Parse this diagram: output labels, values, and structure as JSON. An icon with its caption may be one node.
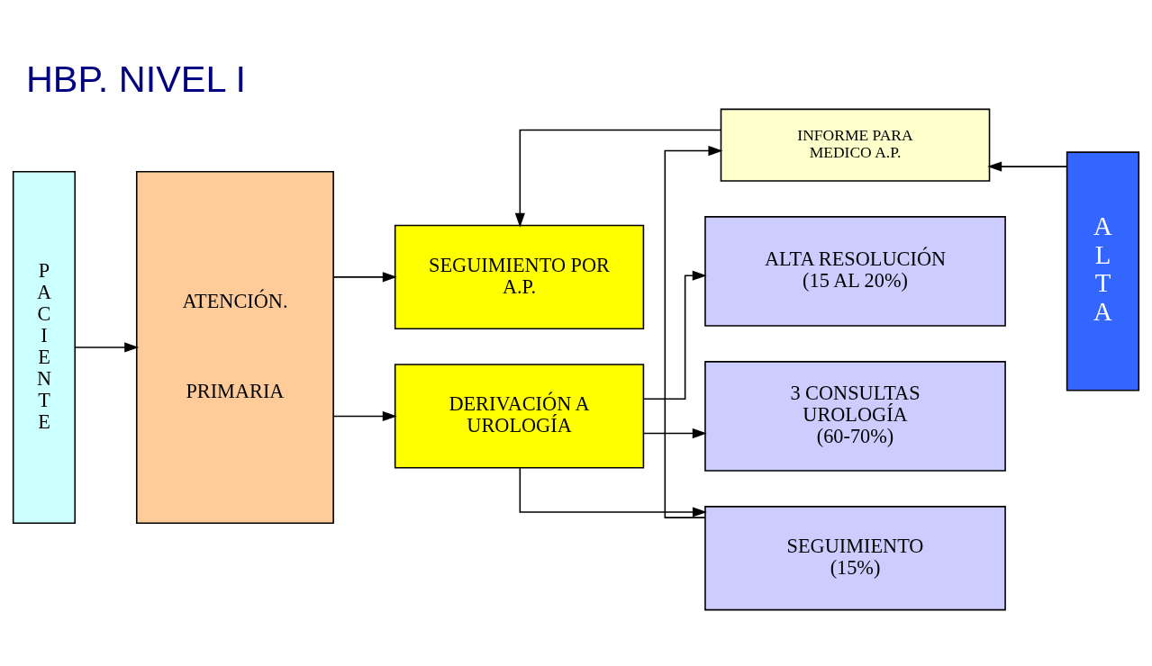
{
  "diagram": {
    "title": "HBP. NIVEL I",
    "nodes": [
      {
        "text": [
          "PACIENTE"
        ]
      },
      {
        "text": [
          "ATENCIÓN.",
          "PRIMARIA"
        ]
      },
      {
        "text": [
          "SEGUIMIENTO POR A.P."
        ]
      },
      {
        "text": [
          "DERIVACIÓN A UROLOGÍA"
        ]
      },
      {
        "text": [
          "INFORME PARA MEDICO A.P."
        ]
      },
      {
        "text": [
          "ALTA RESOLUCIÓN (15 AL 20%)"
        ]
      },
      {
        "text": [
          "ALTA"
        ]
      },
      {
        "text": [
          "3 CONSULTAS UROLOGÍA (60-70%)"
        ]
      },
      {
        "text": [
          "SEGUIMIENTO (15%)"
        ]
      }
    ],
    "edges": [
      {
        "from": 0,
        "to": 1,
        "arrow": "to"
      },
      {
        "from": 1,
        "to": 2,
        "arrow": "to"
      },
      {
        "from": 1,
        "to": 3,
        "arrow": "to"
      },
      {
        "from": 4,
        "to": 2,
        "arrow": "to"
      },
      {
        "from": 6,
        "to": 4,
        "arrow": "to"
      },
      {
        "from": 8,
        "to": 4,
        "arrow": "to"
      },
      {
        "from": 3,
        "to": 5,
        "arrow": "to"
      },
      {
        "from": 3,
        "to": 7,
        "arrow": "to"
      },
      {
        "from": 3,
        "to": 8,
        "arrow": "to"
      }
    ]
  }
}
